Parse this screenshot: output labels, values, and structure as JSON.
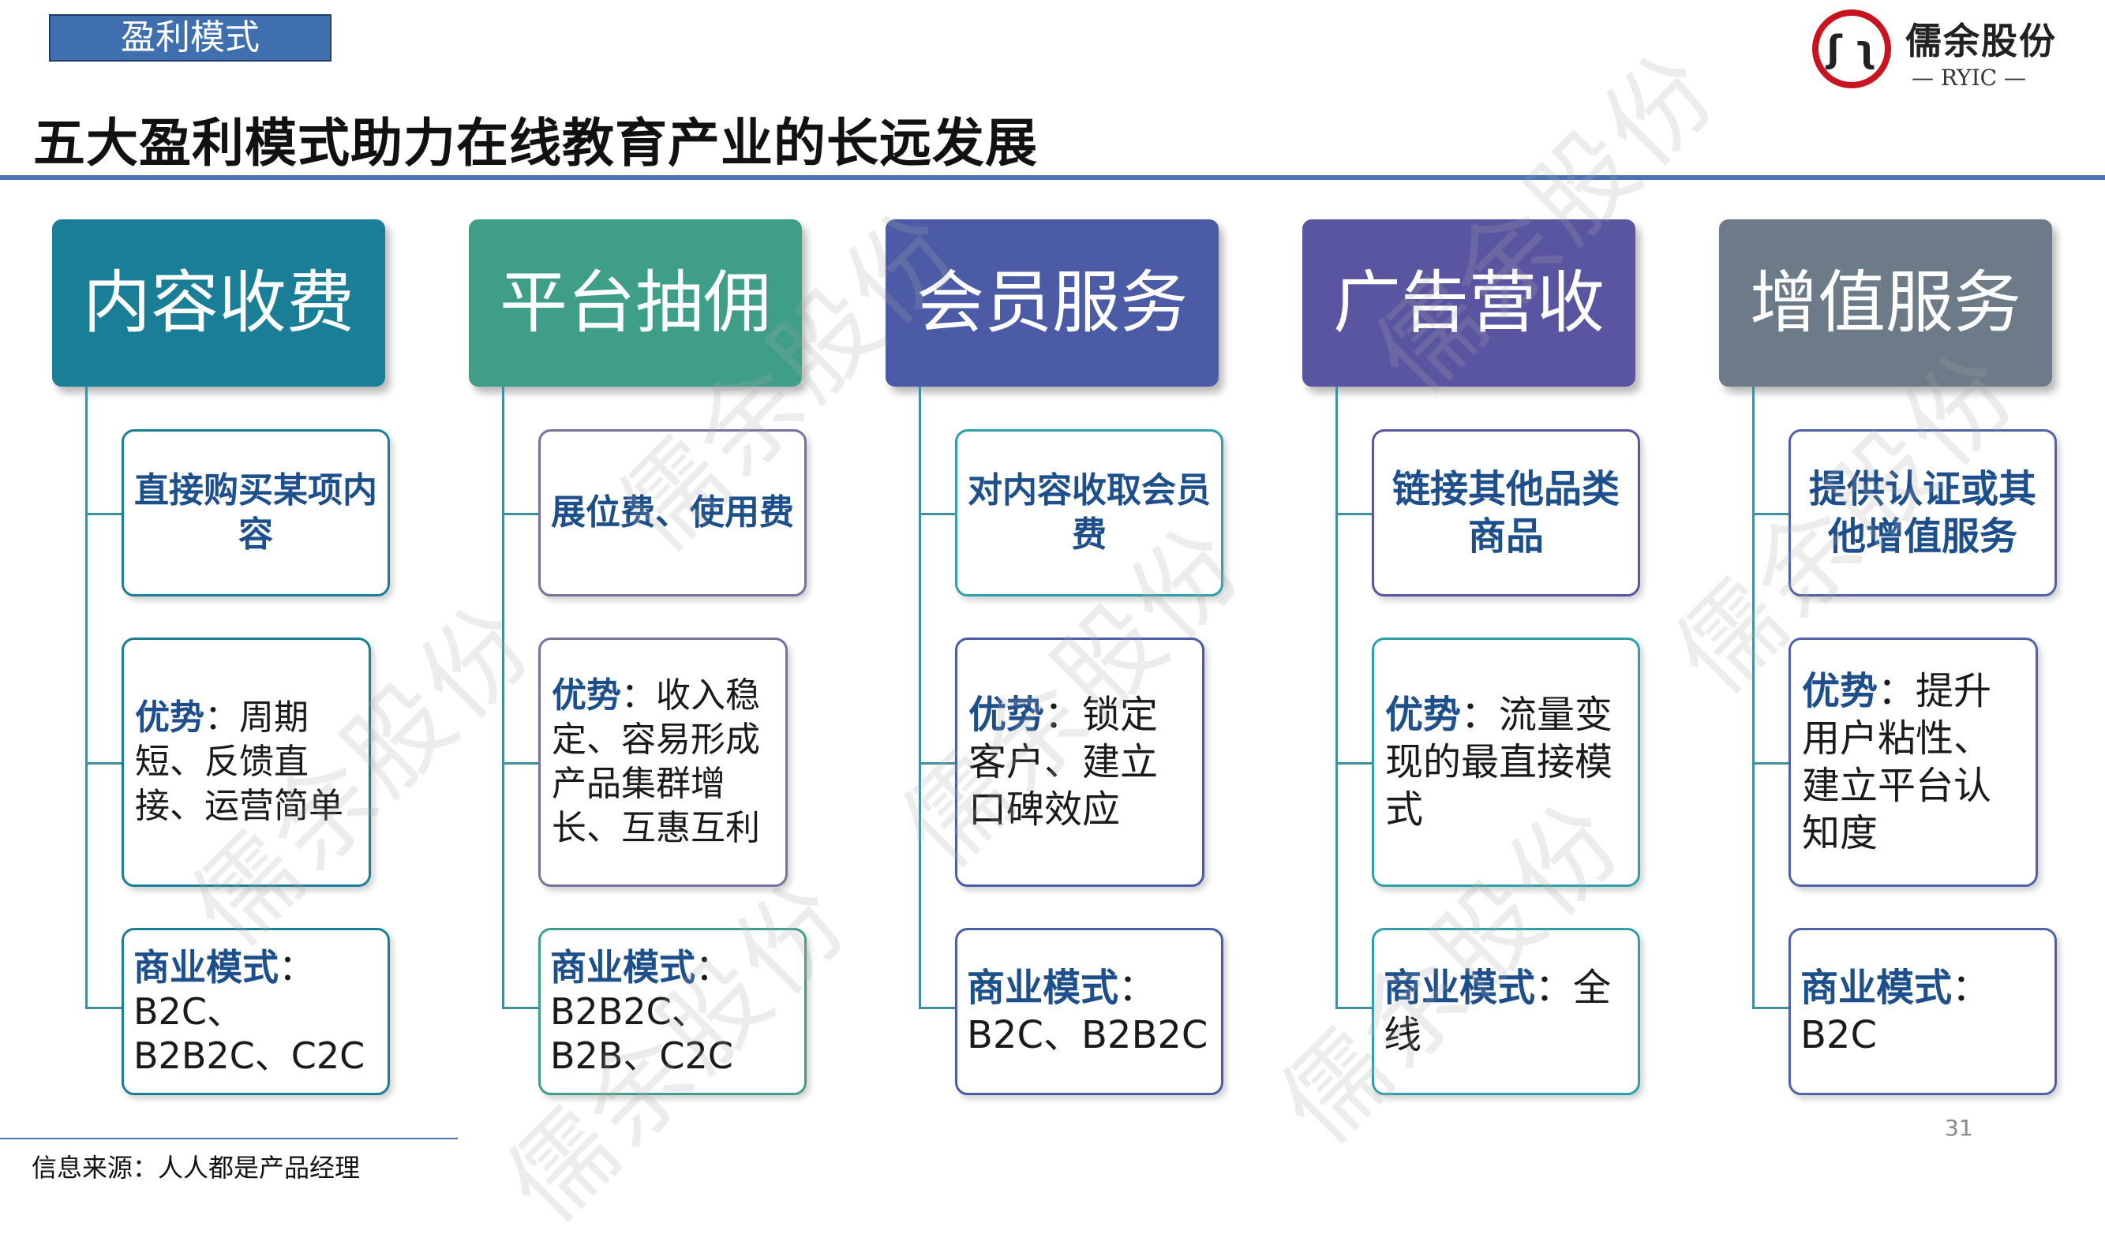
{
  "tag": "盈利模式",
  "title": "五大盈利模式助力在线教育产业的长远发展",
  "logo": {
    "name": "儒余股份",
    "en": "— RYIC —"
  },
  "colors": {
    "c1": "#1a7e96",
    "c2": "#3f9e88",
    "c3": "#4b5ba6",
    "c4": "#5a55a0",
    "c5": "#6d7a88",
    "c1_border": "#1a7e96",
    "c2_border": "#7a6f9f",
    "c3_border": "#2fa0a8",
    "c4_border": "#2fa0a8",
    "c5_border": "#5061a5"
  },
  "columns": [
    {
      "header": "内容收费",
      "top": "直接购买某项内容",
      "adv_label": "优势",
      "adv_sep": "：",
      "adv_text": "周期短、反馈直接、运营简单",
      "biz_label": "商业模式",
      "biz_sep": "：",
      "biz_text": "B2C、B2B2C、C2C"
    },
    {
      "header": "平台抽佣",
      "top": "展位费、使用费",
      "adv_label": "优势",
      "adv_sep": "：",
      "adv_text": "收入稳定、容易形成产品集群增长、互惠互利",
      "biz_label": "商业模式",
      "biz_sep": "：",
      "biz_text": "B2B2C、B2B、C2C"
    },
    {
      "header": "会员服务",
      "top": "对内容收取会员费",
      "adv_label": "优势",
      "adv_sep": "：",
      "adv_text": "锁定客户、建立口碑效应",
      "biz_label": "商业模式",
      "biz_sep": "：",
      "biz_text": "B2C、B2B2C"
    },
    {
      "header": "广告营收",
      "top": "链接其他品类商品",
      "adv_label": "优势",
      "adv_sep": "：",
      "adv_text": "流量变现的最直接模式",
      "biz_label": "商业模式",
      "biz_sep": "：",
      "biz_text": "全线"
    },
    {
      "header": "增值服务",
      "top": "提供认证或其他增值服务",
      "adv_label": "优势",
      "adv_sep": "：",
      "adv_text": "提升用户粘性、建立平台认知度",
      "biz_label": "商业模式",
      "biz_sep": "：",
      "biz_text": "B2C"
    }
  ],
  "footer": "信息来源：人人都是产品经理",
  "page_number": "31",
  "watermark": "儒余股份"
}
